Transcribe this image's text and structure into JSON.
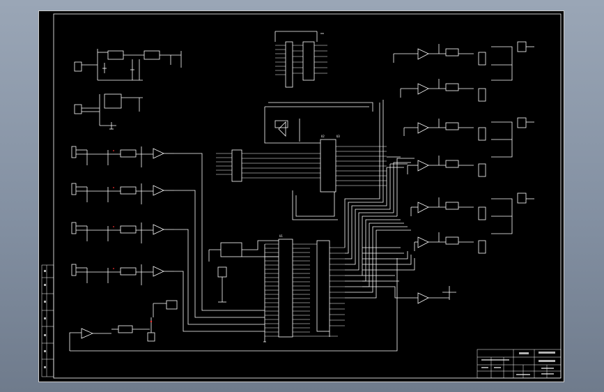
{
  "drawing": {
    "background": "#000000",
    "line_color": "#ffffff",
    "accent_color": "#ff3030",
    "desktop_color": "#8390a2"
  },
  "title_block": {
    "cells": [
      "",
      "",
      "",
      "",
      "",
      "",
      "",
      ""
    ]
  },
  "left_margin_table": {
    "cells": [
      "",
      "",
      "",
      "",
      "",
      "",
      ""
    ]
  },
  "components": {
    "mcu": "U1",
    "decoder": "U3",
    "latch": "U2"
  }
}
